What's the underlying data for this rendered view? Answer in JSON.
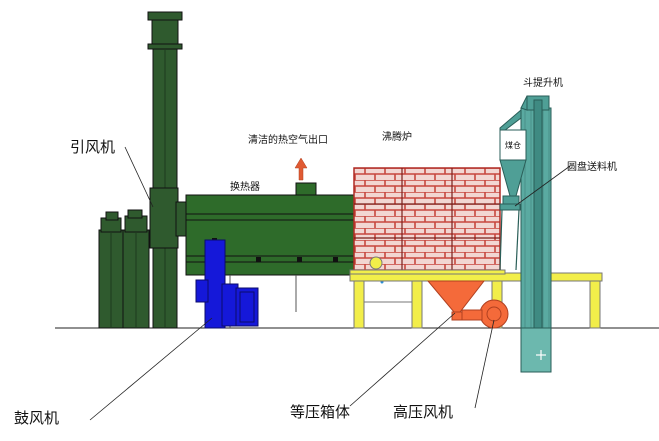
{
  "labels": {
    "induced_fan": "引风机",
    "blower": "鼓风机",
    "plenum": "等压箱体",
    "hp_fan": "高压风机",
    "heat_exchanger": "换热器",
    "clean_hot_air_outlet": "清洁的热空气出口",
    "boiling_furnace": "沸腾炉",
    "bucket_elevator": "斗提升机",
    "round_disc_feeder": "圆盘送料机",
    "coal_bin": "煤仓"
  },
  "colors": {
    "dark_green": "#2f5a2e",
    "green": "#2e6b2a",
    "teal": "#4f9f96",
    "brick": "#c7473e",
    "brick_bg": "#f2d6d2",
    "yellow": "#f2ee4a",
    "blue": "#1518d9",
    "orange": "#f46a3a",
    "hot_air_arrow": "#e05a33"
  }
}
